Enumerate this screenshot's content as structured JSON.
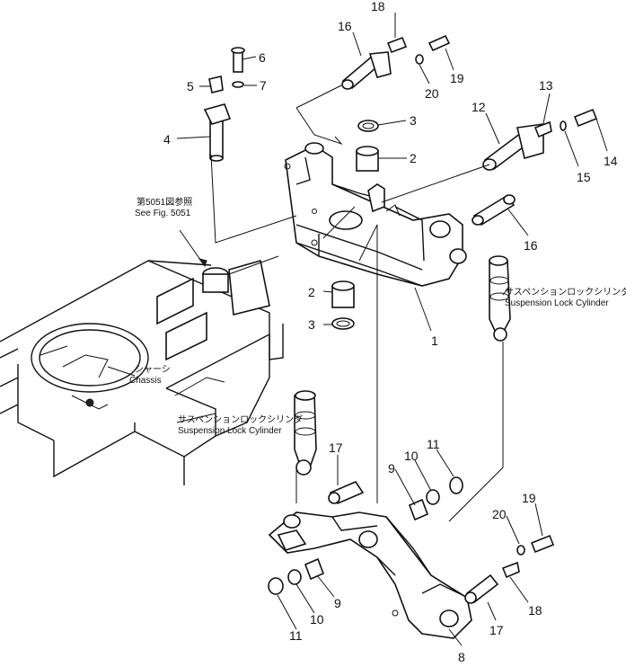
{
  "diagram": {
    "callouts": [
      {
        "id": "c16a",
        "label": "16"
      },
      {
        "id": "c18a",
        "label": "18"
      },
      {
        "id": "c6",
        "label": "6"
      },
      {
        "id": "c5",
        "label": "5"
      },
      {
        "id": "c7",
        "label": "7"
      },
      {
        "id": "c4",
        "label": "4"
      },
      {
        "id": "c20a",
        "label": "20"
      },
      {
        "id": "c19a",
        "label": "19"
      },
      {
        "id": "c3a",
        "label": "3"
      },
      {
        "id": "c2a",
        "label": "2"
      },
      {
        "id": "c13",
        "label": "13"
      },
      {
        "id": "c12",
        "label": "12"
      },
      {
        "id": "c14",
        "label": "14"
      },
      {
        "id": "c15",
        "label": "15"
      },
      {
        "id": "c16b",
        "label": "16"
      },
      {
        "id": "c2b",
        "label": "2"
      },
      {
        "id": "c3b",
        "label": "3"
      },
      {
        "id": "c1",
        "label": "1"
      },
      {
        "id": "c17a",
        "label": "17"
      },
      {
        "id": "c9a",
        "label": "9"
      },
      {
        "id": "c10a",
        "label": "10"
      },
      {
        "id": "c11a",
        "label": "11"
      },
      {
        "id": "c19b",
        "label": "19"
      },
      {
        "id": "c20b",
        "label": "20"
      },
      {
        "id": "c18b",
        "label": "18"
      },
      {
        "id": "c17b",
        "label": "17"
      },
      {
        "id": "c8",
        "label": "8"
      },
      {
        "id": "c11b",
        "label": "11"
      },
      {
        "id": "c10b",
        "label": "10"
      },
      {
        "id": "c9b",
        "label": "9"
      }
    ],
    "captions": {
      "see_fig_jp": "第5051図参照",
      "see_fig_en": "See Fig. 5051",
      "chassis_jp": "シャーシ",
      "chassis_en": "Chassis",
      "cyl_right_jp": "サスペンションロックシリンダ",
      "cyl_right_en": "Suspension Lock Cylinder",
      "cyl_left_jp": "サスペンションロックシリンダ",
      "cyl_left_en": "Suspension Lock Cylinder"
    }
  }
}
